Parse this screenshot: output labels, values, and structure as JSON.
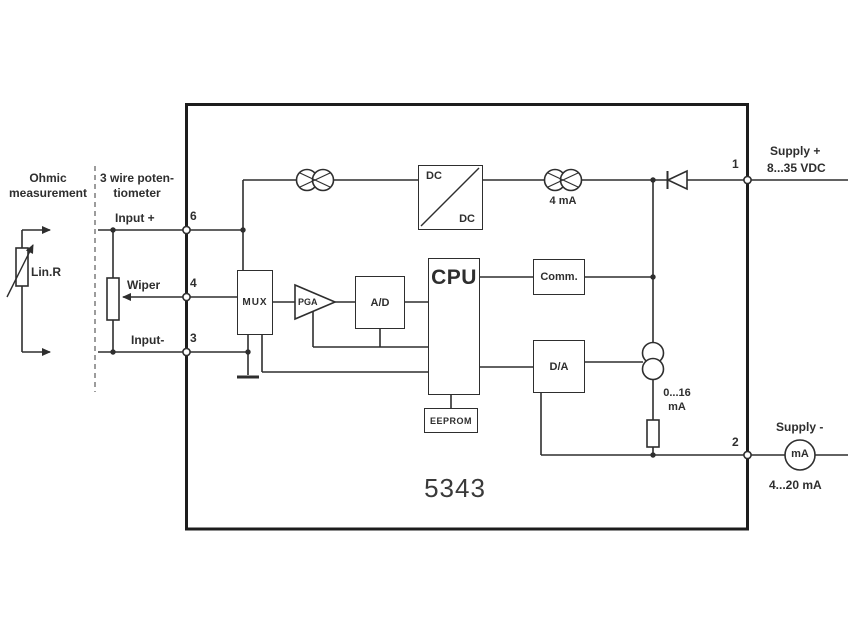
{
  "device": {
    "model": "5343"
  },
  "sections": {
    "ohmic": {
      "title_line1": "Ohmic",
      "title_line2": "measurement",
      "resistor_label": "Lin.R"
    },
    "potentiometer": {
      "title_line1": "3 wire poten-",
      "title_line2": "tiometer"
    }
  },
  "terminals": {
    "t6": {
      "num": "6",
      "label": "Input +"
    },
    "t4": {
      "num": "4",
      "label": "Wiper"
    },
    "t3": {
      "num": "3",
      "label": "Input-"
    },
    "t1": {
      "num": "1",
      "label_line1": "Supply +",
      "label_line2": "8...35 VDC"
    },
    "t2": {
      "num": "2",
      "label_line1": "Supply -",
      "label_line2": "4...20 mA"
    }
  },
  "blocks": {
    "mux": "MUX",
    "pga": "PGA",
    "adc": "A/D",
    "cpu": "CPU",
    "eeprom": "EEPROM",
    "dcdc_in": "DC",
    "dcdc_out": "DC",
    "comm": "Comm.",
    "dac": "D/A"
  },
  "annotations": {
    "iso_supply_current": "4 mA",
    "dac_current_line1": "0...16",
    "dac_current_line2": "mA",
    "output_meter": "mA"
  },
  "colors": {
    "line": "#2e2e2e",
    "text": "#2e2e2e",
    "frame": "#1c1c1c"
  }
}
